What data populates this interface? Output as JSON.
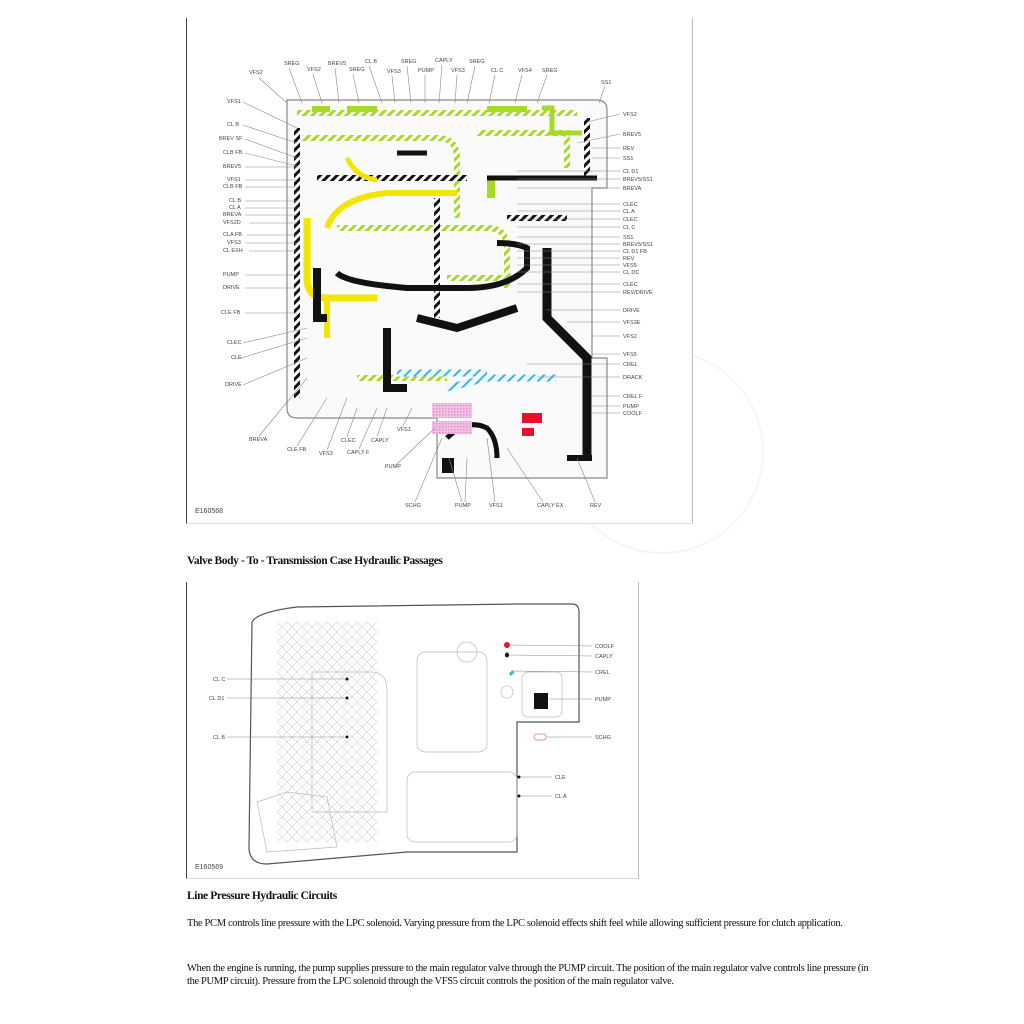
{
  "figure1": {
    "id": "E160568",
    "top_labels": [
      "VFS2",
      "SREG",
      "VFS2",
      "BREV5",
      "SREG",
      "CL B",
      "VFS3",
      "SREG",
      "PUMP",
      "CAPLY",
      "VFS3",
      "SREG",
      "CL C",
      "VFS4",
      "SREG",
      "SS1"
    ],
    "left_labels": [
      "VFS1",
      "CL B",
      "BREV SF",
      "CLB FB",
      "BREV5",
      "VFS1",
      "CLB FB",
      "CL B",
      "CL A",
      "BREVA",
      "VFS2D",
      "CLA FB",
      "VFS3",
      "CL EXH",
      "PUMP",
      "DRIVE",
      "CLE FB",
      "CLEC",
      "CLE",
      "DRIVE"
    ],
    "right_labels": [
      "VFS2",
      "BREV5",
      "REV",
      "SS1",
      "CL D1",
      "BREV5/SS1",
      "BREVA",
      "CLEC",
      "CL A",
      "CLEC",
      "CL C",
      "SS1",
      "BREV5/SS1",
      "CL D1 FB",
      "REV",
      "VFS5",
      "CL DC",
      "CLEC",
      "REV/DRIVE",
      "DRIVE",
      "VFS3E",
      "VFS2",
      "VFS5",
      "CREL",
      "DRACK",
      "CREL F",
      "PUMP",
      "COOLF"
    ],
    "bottom_labels": [
      "BREVA",
      "CLE FB",
      "VFS3",
      "CLEC",
      "CAPLY F",
      "CAPLY",
      "VFS1",
      "PUMP",
      "SCHG",
      "PUMP",
      "VFS1",
      "CAPLY EX",
      "REV"
    ],
    "colors": {
      "line_pressure": "#111111",
      "yellow": "#f2e600",
      "lime": "#a8d82a",
      "blue": "#3fb4e0",
      "pink": "#f0a8d8",
      "red": "#e8102a"
    }
  },
  "section1": {
    "title": "Valve Body - To - Transmission Case Hydraulic Passages"
  },
  "figure2": {
    "id": "E160569",
    "left_labels": [
      "CL C",
      "CL D1",
      "CL B"
    ],
    "right_labels": [
      "COOLF",
      "CAPLY",
      "CREL",
      "PUMP",
      "SCHG",
      "CLE",
      "CL A"
    ]
  },
  "section2": {
    "title": "Line Pressure Hydraulic Circuits",
    "paragraphs": [
      "The PCM controls line pressure with the LPC solenoid. Varying pressure from the LPC solenoid effects shift feel while allowing sufficient pressure for clutch application.",
      "When the engine is running, the pump supplies pressure to the main regulator valve through the PUMP circuit. The position of the main regulator valve controls line pressure (in the PUMP circuit). Pressure from the LPC solenoid through the VFS5 circuit controls the position of the main regulator valve."
    ]
  }
}
